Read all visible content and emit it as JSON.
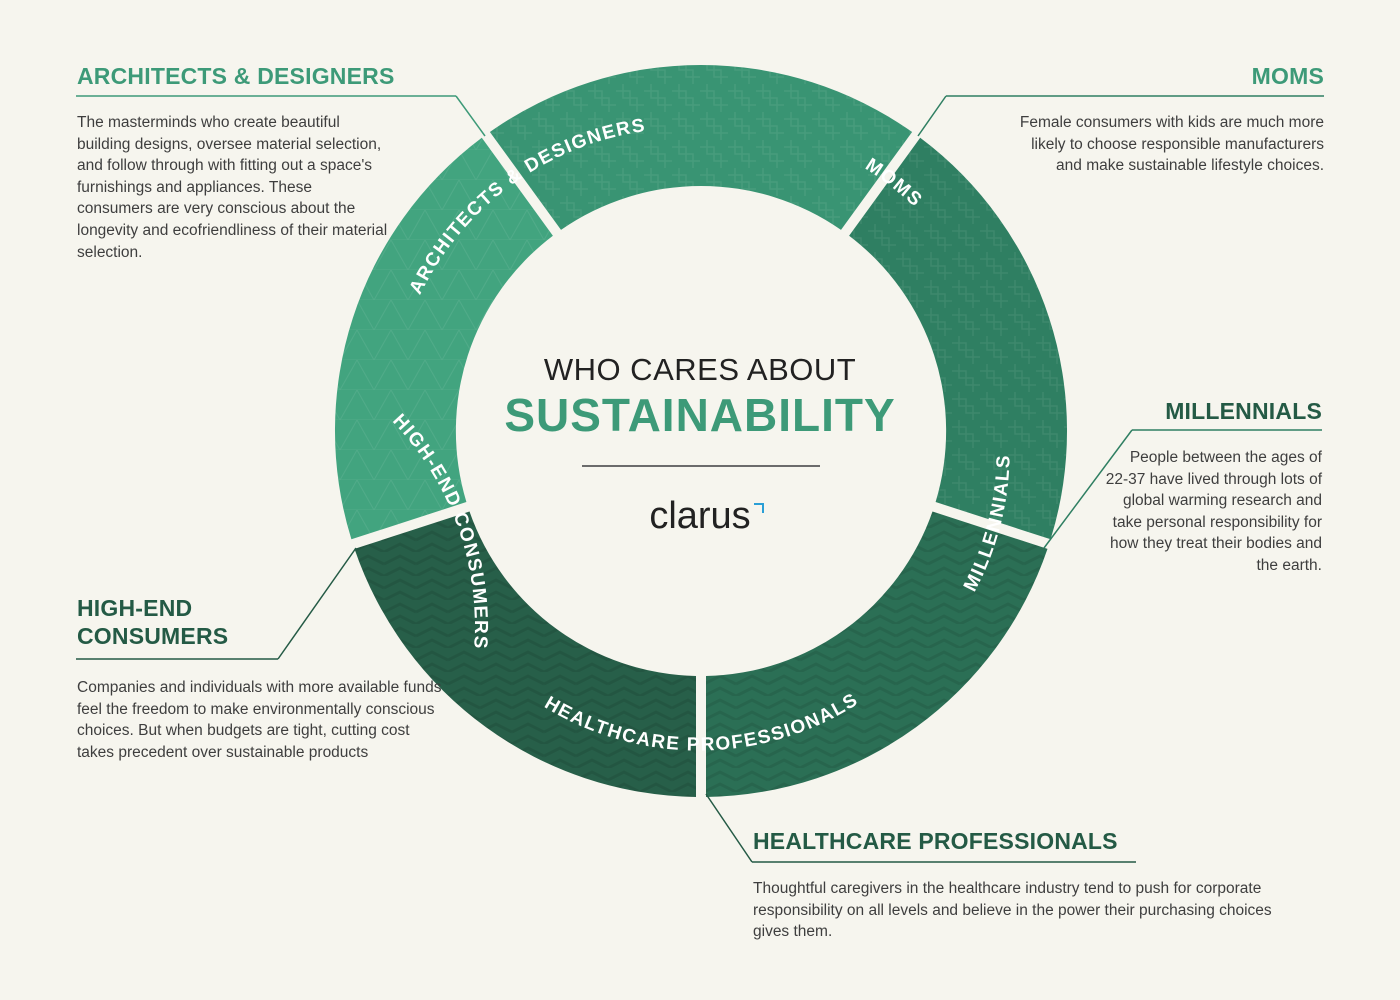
{
  "title": {
    "line1": "WHO CARES ABOUT",
    "line2": "SUSTAINABILITY"
  },
  "logo": {
    "text": "clarus"
  },
  "ring": [
    {
      "label": "ARCHITECTS & DESIGNERS",
      "color": "#42a47f"
    },
    {
      "label": "MOMS",
      "color": "#399473"
    },
    {
      "label": "MILLENNIALS",
      "color": "#2f7f62"
    },
    {
      "label": "HEALTHCARE PROFESSIONALS",
      "color": "#2b6f55"
    },
    {
      "label": "HIGH-END CONSUMERS",
      "color": "#275f49"
    }
  ],
  "groups": {
    "architects": {
      "heading": "ARCHITECTS & DESIGNERS",
      "description": "The masterminds who create beautiful building designs, oversee material selection, and follow through with fitting out a space's furnishings and appliances. These consumers are very conscious about the longevity and ecofriendliness of their material selection."
    },
    "moms": {
      "heading": "MOMS",
      "description": "Female consumers with kids are much more likely to choose responsible manufacturers and make sustainable lifestyle choices."
    },
    "millennials": {
      "heading": "MILLENNIALS",
      "description": "People between the ages of 22-37 have lived through lots of global warming research and take personal responsibility for how they treat their bodies and the earth."
    },
    "highend": {
      "heading": "HIGH-END CONSUMERS",
      "description": "Companies and individuals with more available funds feel the freedom to make environmentally conscious choices. But when budgets are tight, cutting cost takes precedent over sustainable products"
    },
    "healthcare": {
      "heading": "HEALTHCARE PROFESSIONALS",
      "description": "Thoughtful caregivers in the healthcare industry tend to push for corporate responsibility on all levels and believe in the power their purchasing choices gives them."
    }
  },
  "colors": {
    "background": "#f6f5ee",
    "accent_light": "#3d9a78",
    "accent_dark": "#245a45",
    "logo_mark": "#2a9fd6"
  }
}
